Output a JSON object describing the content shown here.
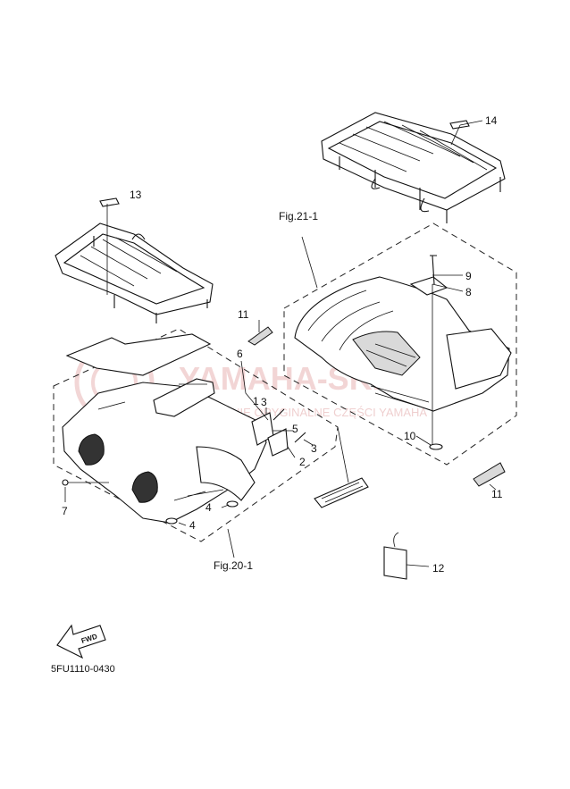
{
  "diagram_code": "5FU1110-0430",
  "fig_labels": [
    "Fig.21-1",
    "Fig.20-1"
  ],
  "fwd_label": "FWD",
  "callouts": [
    "1",
    "2",
    "3",
    "3",
    "4",
    "4",
    "5",
    "6",
    "7",
    "8",
    "9",
    "10",
    "11",
    "11",
    "12",
    "13",
    "14"
  ],
  "watermark": {
    "brand": "YAMAHA-SKLEP.PL",
    "tagline": "WYŁĄCZNIE ORYGINALNE CZĘŚCI YAMAHA"
  },
  "colors": {
    "ink": "#111111",
    "watermark": "#e8b4b4"
  }
}
